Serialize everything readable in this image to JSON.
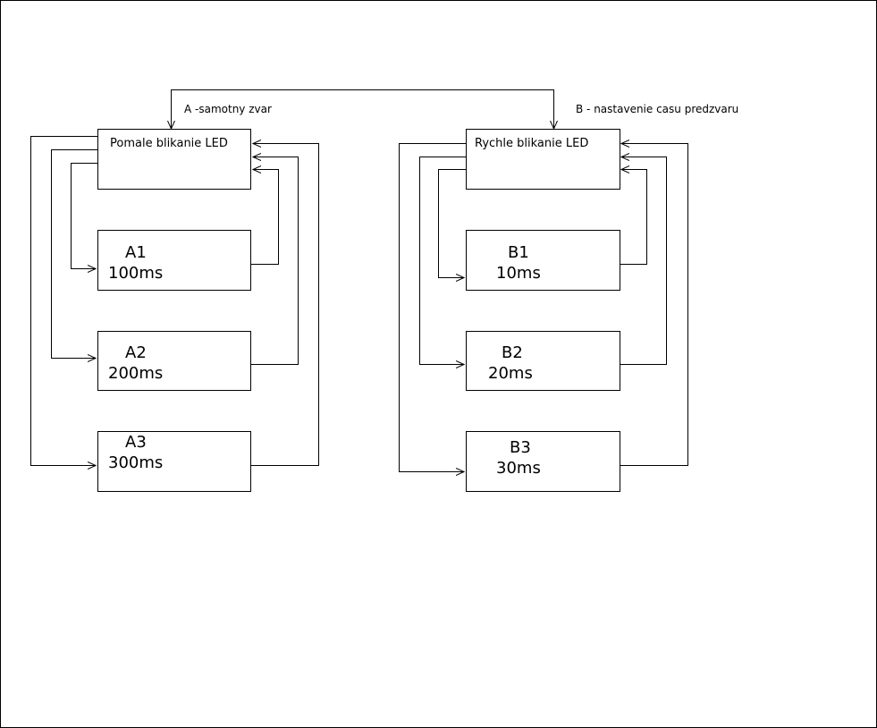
{
  "labels": {
    "a_mode": "A -samotny zvar",
    "b_mode": "B - nastavenie casu predzvaru"
  },
  "groups": {
    "a": {
      "header": "Pomale blikanie LED",
      "options": [
        {
          "name": "A1",
          "time": "100ms"
        },
        {
          "name": "A2",
          "time": "200ms"
        },
        {
          "name": "A3",
          "time": "300ms"
        }
      ]
    },
    "b": {
      "header": "Rychle blikanie LED",
      "options": [
        {
          "name": "B1",
          "time": "10ms"
        },
        {
          "name": "B2",
          "time": "20ms"
        },
        {
          "name": "B3",
          "time": "30ms"
        }
      ]
    }
  }
}
